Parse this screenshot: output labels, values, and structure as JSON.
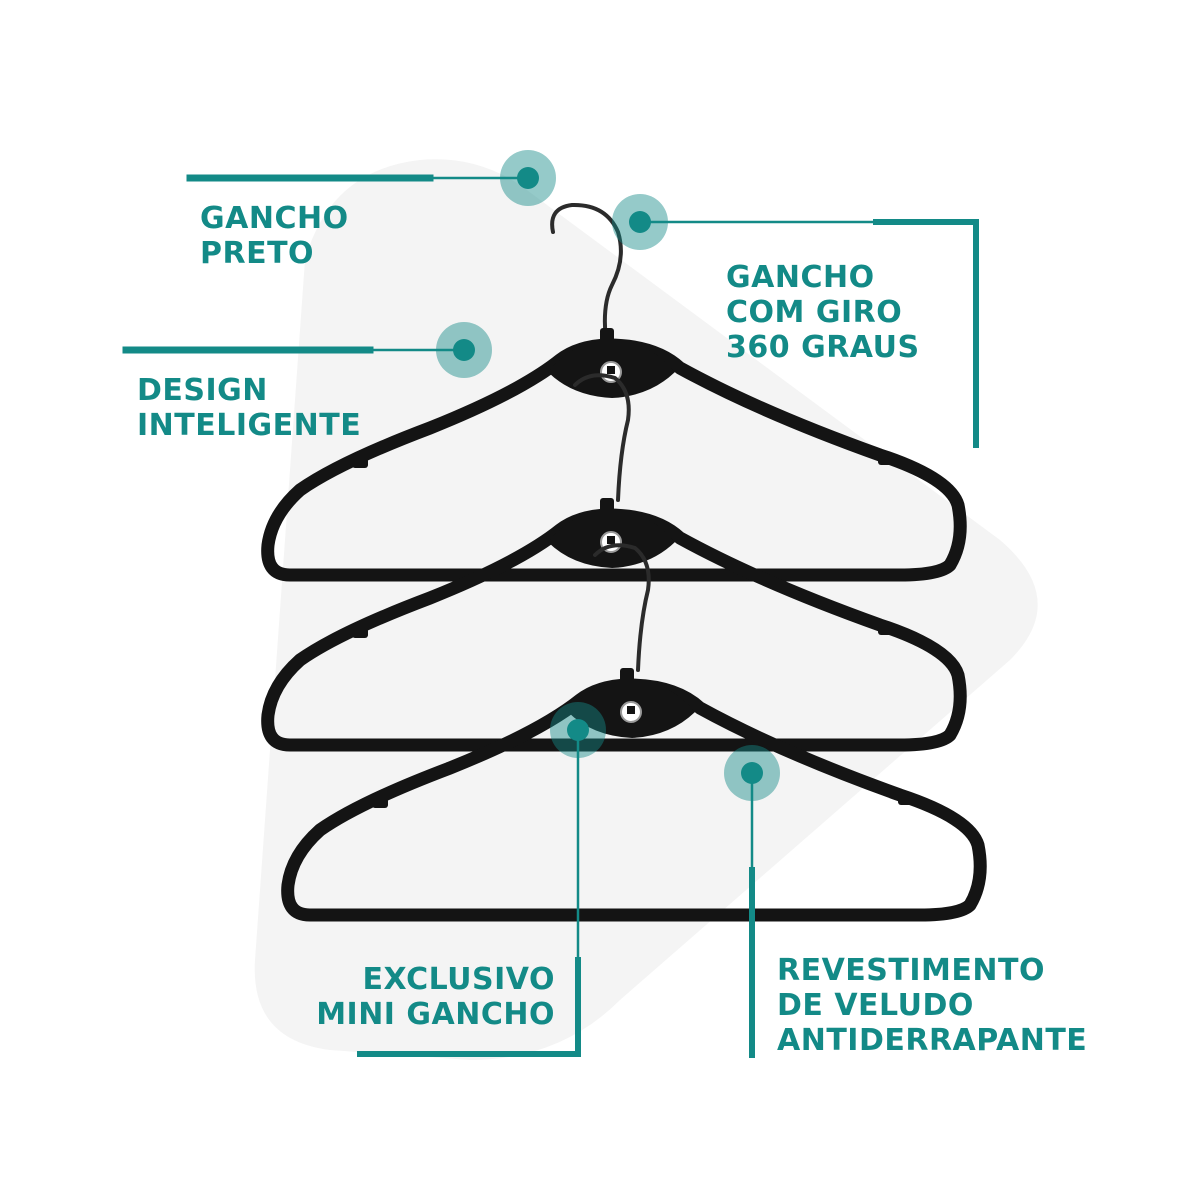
{
  "colors": {
    "accent": "#138a87",
    "accent_halo": "#7fc4c1",
    "hanger": "#141414",
    "hook": "#2b2b2b",
    "background_shape": "#f3f3f3"
  },
  "callouts": {
    "gancho_preto": {
      "lines": [
        "GANCHO",
        "PRETO"
      ]
    },
    "gancho_giro": {
      "lines": [
        "GANCHO",
        "COM GIRO",
        "360 GRAUS"
      ]
    },
    "design": {
      "lines": [
        "DESIGN",
        "INTELIGENTE"
      ]
    },
    "mini_gancho": {
      "lines": [
        "EXCLUSIVO",
        "MINI GANCHO"
      ]
    },
    "revestimento": {
      "lines": [
        "REVESTIMENTO",
        "DE VELUDO",
        "ANTIDERRAPANTE"
      ]
    }
  },
  "product": {
    "hanger_count": 3,
    "icon": "velvet-hanger-icon"
  }
}
